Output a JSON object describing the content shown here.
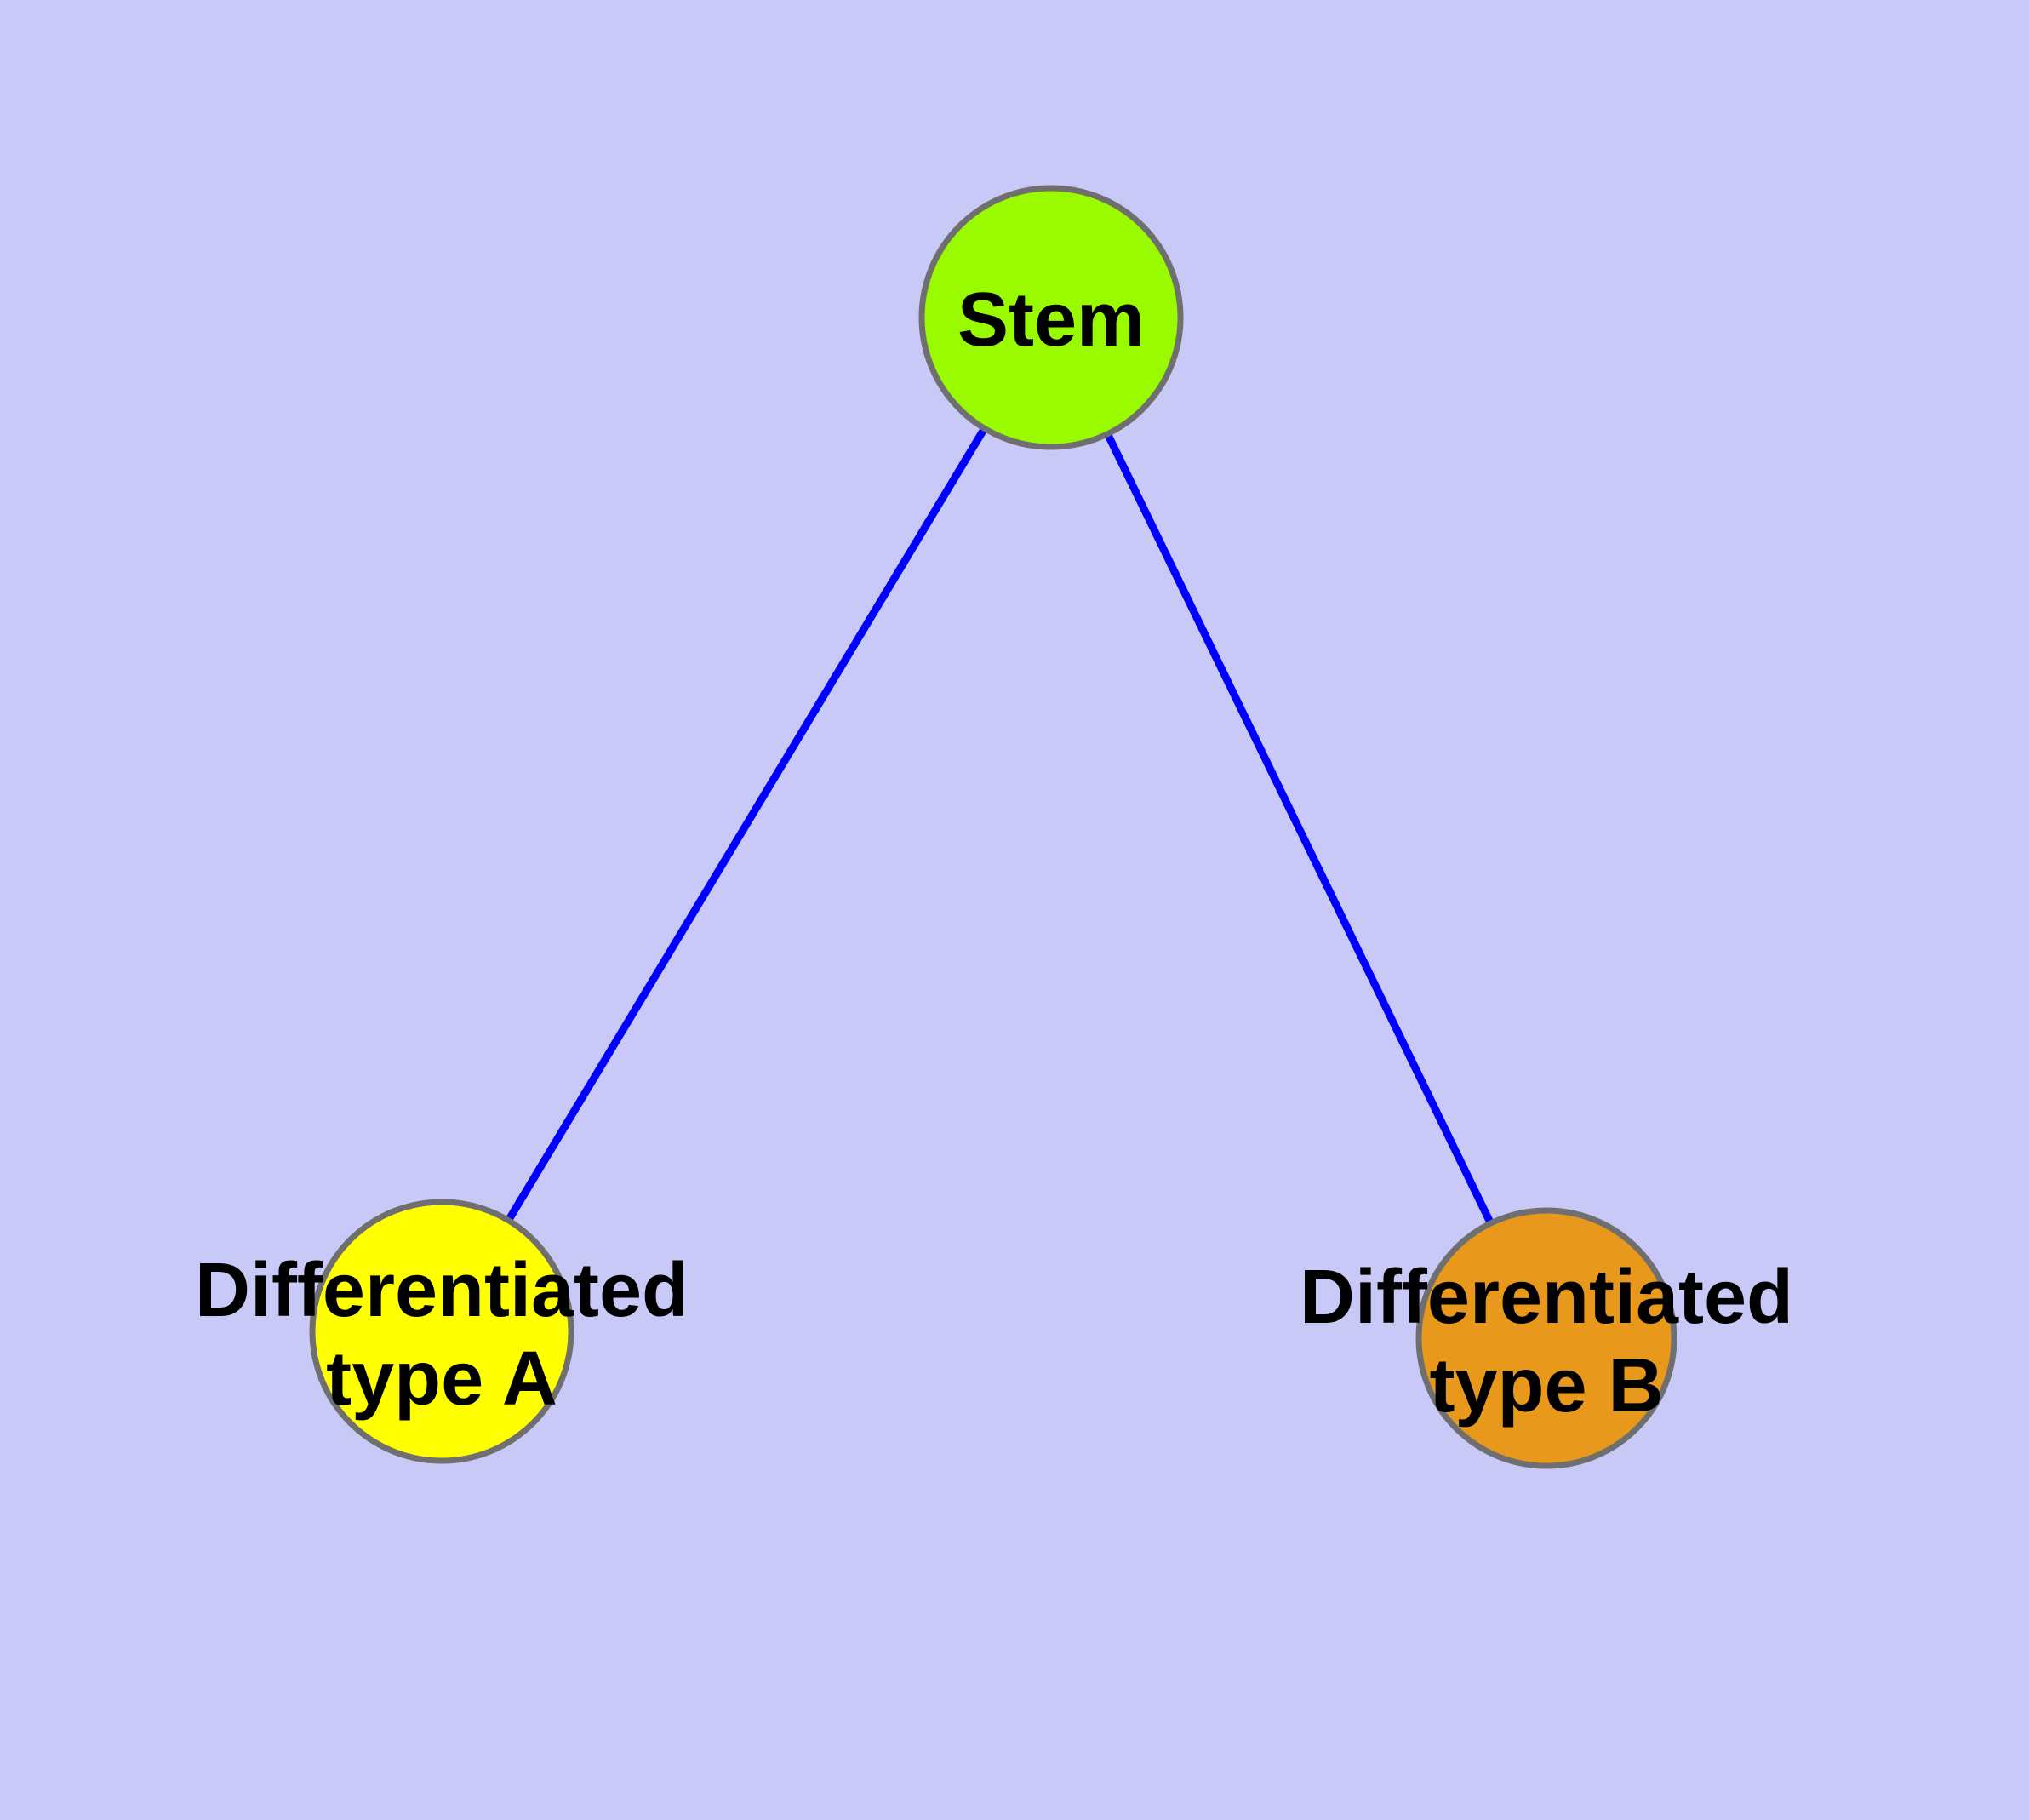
{
  "canvas": {
    "background_color": "#c9c9f7",
    "edge_color": "#0000ff",
    "node_border_color": "#6f6f6f",
    "label_color": "#000000"
  },
  "nodes": [
    {
      "id": "stem",
      "label": "Stem",
      "fill_color": "#9afb00"
    },
    {
      "id": "differentiated-type-a",
      "label_line1": "Differentiated",
      "label_line2": "type A",
      "fill_color": "#ffff00"
    },
    {
      "id": "differentiated-type-b",
      "label_line1": "Differentiated",
      "label_line2": "type B",
      "fill_color": "#e8991c"
    }
  ],
  "edges": [
    {
      "from": "stem",
      "to": "differentiated-type-a"
    },
    {
      "from": "stem",
      "to": "differentiated-type-b"
    }
  ]
}
